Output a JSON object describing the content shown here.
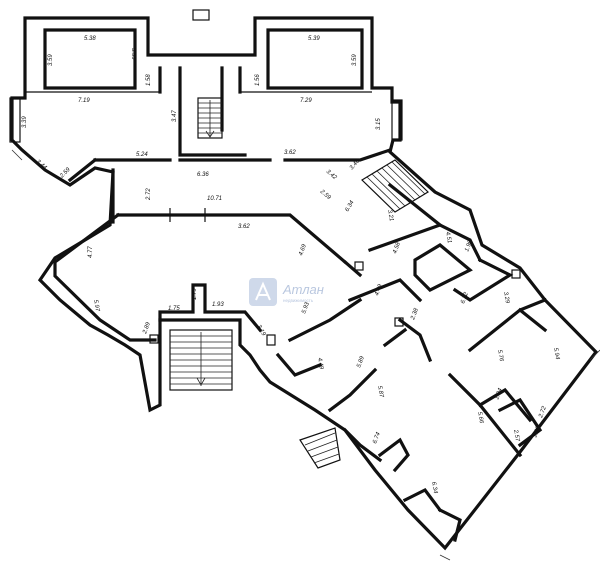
{
  "watermark": {
    "brand": "Атлан",
    "tagline": "недвижимость"
  },
  "dimensions": [
    "5.38",
    "3.59",
    "3.59",
    "7.19",
    "1.58",
    "3.39",
    "3.44",
    "2.59",
    "5.39",
    "3.59",
    "1.56",
    "7.29",
    "3.15",
    "3.62",
    "3.46",
    "3.42",
    "2.59",
    "6.34",
    "5.24",
    "6.36",
    "3.47",
    "2.72",
    "10.71",
    "3.62",
    "4.77",
    "4.69",
    "5.97",
    "2.89",
    "1.75",
    "1.79",
    "1.93",
    "3.19",
    "3.21",
    "4.58",
    "4.51",
    "1.90",
    "5.93",
    "4.49",
    "2.38",
    "6.32",
    "3.29",
    "5.76",
    "5.94",
    "4.49",
    "5.89",
    "5.87",
    "5.66",
    "1.94",
    "2.72",
    "2.57",
    "1.90",
    "6.74",
    "6.34"
  ]
}
